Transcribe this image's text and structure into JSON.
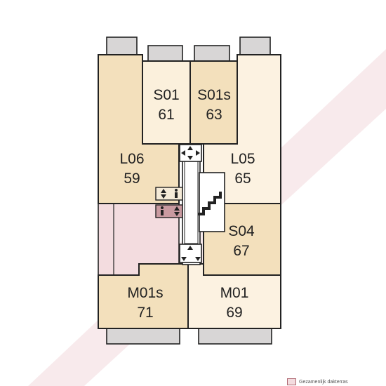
{
  "units": [
    {
      "id": "S01",
      "area": "61",
      "color": "#fbf0dc"
    },
    {
      "id": "S01s",
      "area": "63",
      "color": "#f3e0bc"
    },
    {
      "id": "L06",
      "area": "59",
      "color": "#f3e0bc"
    },
    {
      "id": "L05",
      "area": "65",
      "color": "#fcf2e1"
    },
    {
      "id": "S04",
      "area": "67",
      "color": "#f3e0bc"
    },
    {
      "id": "M01s",
      "area": "71",
      "color": "#f3e0bc"
    },
    {
      "id": "M01",
      "area": "69",
      "color": "#fcf2e1"
    }
  ],
  "shared_terrace": {
    "color": "#f3dcdf"
  },
  "legend": {
    "label": "Gezamenlijk dakterras",
    "swatch_color": "#f3dcdf"
  },
  "icons": [
    "elevator-icon",
    "stairs-icon",
    "toilet-icon"
  ]
}
